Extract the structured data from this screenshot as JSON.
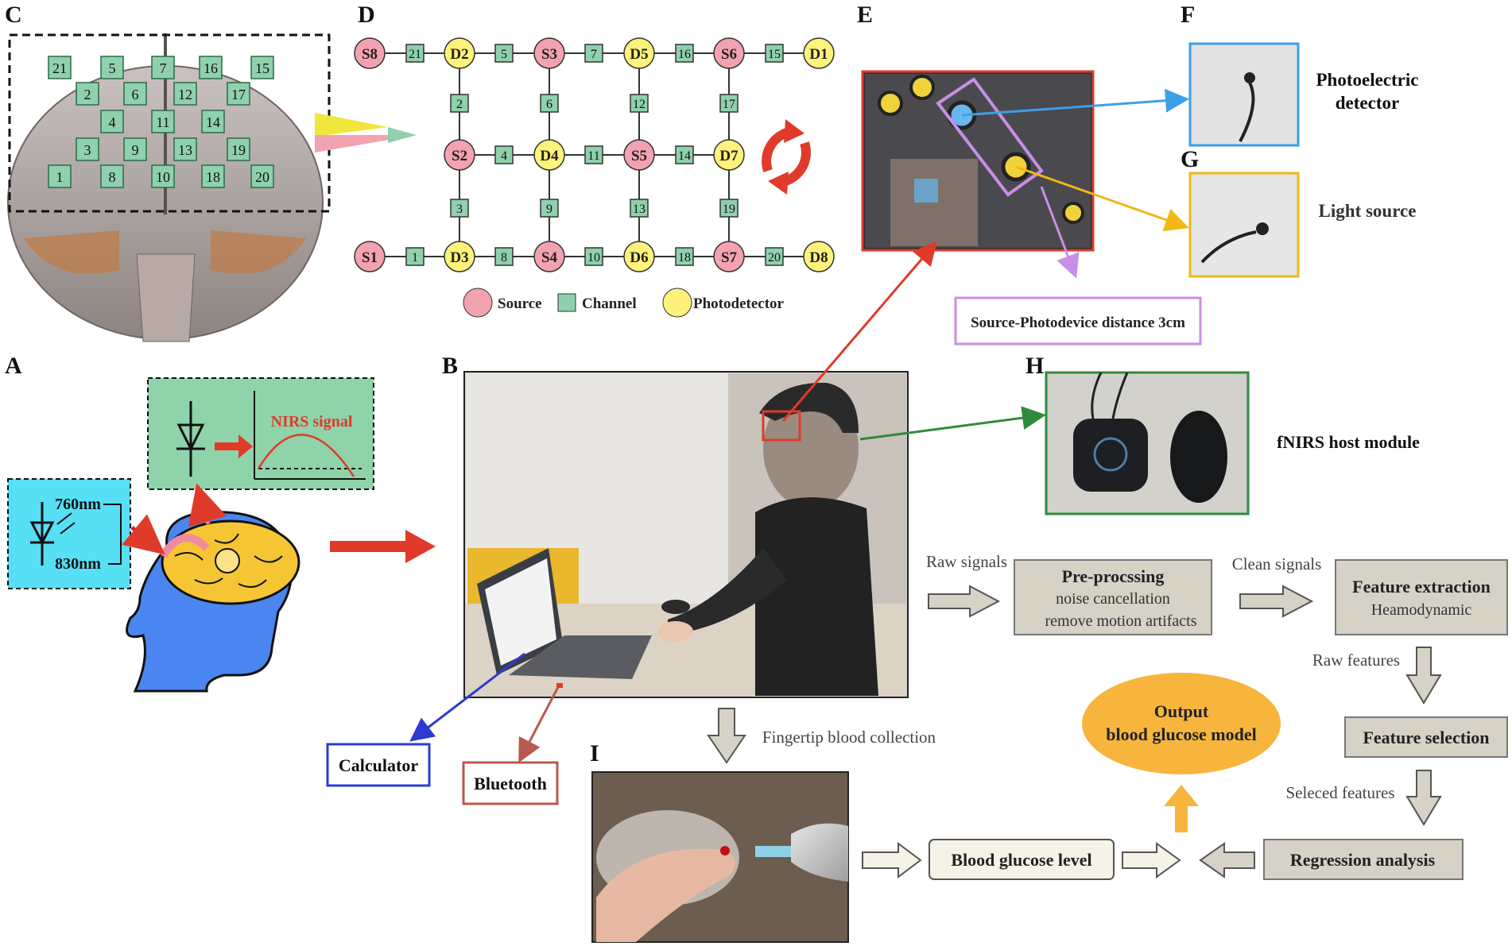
{
  "panels": {
    "A": "A",
    "B": "B",
    "C": "C",
    "D": "D",
    "E": "E",
    "F": "F",
    "G": "G",
    "H": "H",
    "I": "I"
  },
  "colors": {
    "source": "#f3a2b0",
    "photodetector": "#fff27a",
    "channel": "#8fd1ac",
    "flow_box": "#d6d2c6",
    "flow_box_light": "#f5f2e6",
    "output": "#f7b53d",
    "arrow_red": "#e03a2a",
    "arrow_blue": "#3ba0e6",
    "arrow_yellow": "#f1b816",
    "arrow_green": "#2e8b3c",
    "arrow_darkblue": "#2b3bd0",
    "arrow_brown": "#b85a50",
    "purple": "#c98ee6",
    "panel_bg_green": "#8fd3aa",
    "panel_bg_cyan": "#56dff5"
  },
  "panel_c": {
    "channels": [
      "21",
      "5",
      "7",
      "16",
      "15",
      "2",
      "6",
      "12",
      "17",
      "4",
      "11",
      "14",
      "3",
      "9",
      "13",
      "19",
      "1",
      "8",
      "10",
      "18",
      "20"
    ]
  },
  "panel_d": {
    "rows": [
      [
        "S8",
        "21",
        "D2",
        "5",
        "S3",
        "7",
        "D5",
        "16",
        "S6",
        "15",
        "D1"
      ],
      [
        "S2",
        "4",
        "D4",
        "11",
        "S5",
        "14",
        "D7"
      ],
      [
        "S1",
        "1",
        "D3",
        "8",
        "S4",
        "10",
        "D6",
        "18",
        "S7",
        "20",
        "D8"
      ]
    ],
    "vertical_channels_top": [
      "2",
      "6",
      "12",
      "17"
    ],
    "vertical_channels_bottom": [
      "3",
      "9",
      "13",
      "19"
    ],
    "legend": {
      "source": "Source",
      "channel": "Channel",
      "photodetector": "Photodetector"
    }
  },
  "panel_a": {
    "nirs_signal": "NIRS signal",
    "wavelength_1": "760nm",
    "wavelength_2": "830nm"
  },
  "panel_e": {
    "distance_label": "Source-Photodevice distance 3cm"
  },
  "panel_f": {
    "label_line1": "Photoelectric",
    "label_line2": "detector"
  },
  "panel_g": {
    "label": "Light source"
  },
  "panel_h": {
    "label": "fNIRS host module"
  },
  "panel_b": {
    "calculator": "Calculator",
    "bluetooth": "Bluetooth",
    "blood_collection": "Fingertip blood collection"
  },
  "flow": {
    "raw_signals": "Raw signals",
    "preprocessing_title": "Pre-procssing",
    "preprocessing_line1": "noise cancellation",
    "preprocessing_line2": "remove motion artifacts",
    "clean_signals": "Clean signals",
    "feature_extraction_title": "Feature  extraction",
    "feature_extraction_sub": "Heamodynamic",
    "raw_features": "Raw features",
    "feature_selection": "Feature selection",
    "selected_features": "Seleced features",
    "regression": "Regression analysis",
    "glucose_level": "Blood glucose level",
    "output_line1": "Output",
    "output_line2": "blood glucose model"
  }
}
